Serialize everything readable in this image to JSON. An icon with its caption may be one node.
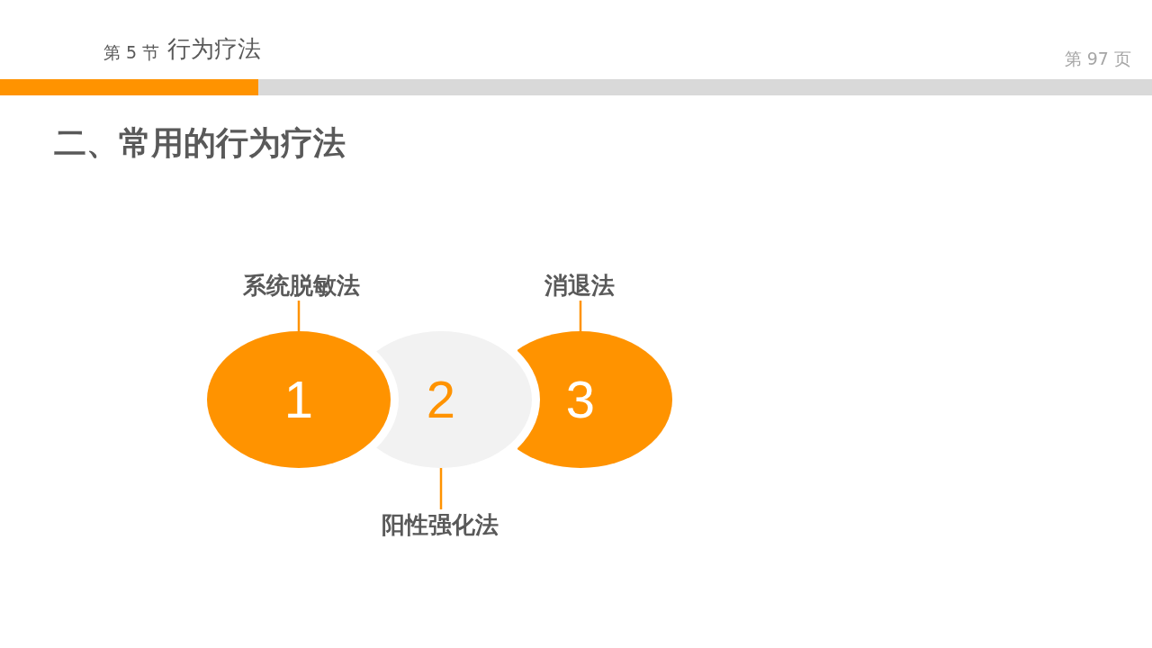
{
  "diagram": {
    "title": "二、常用的行为疗法",
    "nodes": [
      {
        "text": [
          "系统脱敏法"
        ]
      },
      {
        "text": [
          "消退法"
        ]
      },
      {
        "text": [
          "1"
        ]
      },
      {
        "text": [
          "2"
        ]
      },
      {
        "text": [
          "3"
        ]
      },
      {
        "text": [
          "阳性强化法"
        ]
      }
    ],
    "edges": [
      {
        "from": 0,
        "to": 2,
        "arrow": "none"
      },
      {
        "from": 1,
        "to": 4,
        "arrow": "none"
      },
      {
        "from": 5,
        "to": 3,
        "arrow": "none"
      }
    ],
    "labels": [
      "第 5 节",
      "行为疗法",
      "第 97 页"
    ]
  }
}
